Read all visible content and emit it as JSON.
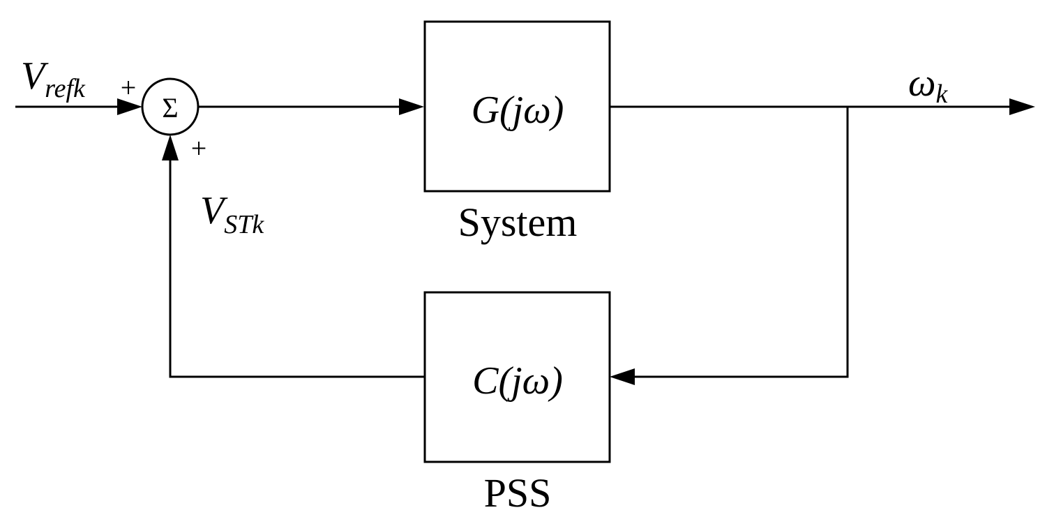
{
  "diagram": {
    "input_signal": {
      "main": "V",
      "sub": "refk"
    },
    "feedback_signal": {
      "main": "V",
      "sub": "STk"
    },
    "output_signal": {
      "main": "ω",
      "sub": "k"
    },
    "summing_junction": {
      "symbol": "Σ",
      "sign_input": "+",
      "sign_feedback": "+"
    },
    "system_block": {
      "transfer_fn_name": "G",
      "transfer_fn_arg": "(jω)",
      "caption": "System"
    },
    "pss_block": {
      "transfer_fn_name": "C",
      "transfer_fn_arg": "(jω)",
      "caption": "PSS"
    }
  }
}
